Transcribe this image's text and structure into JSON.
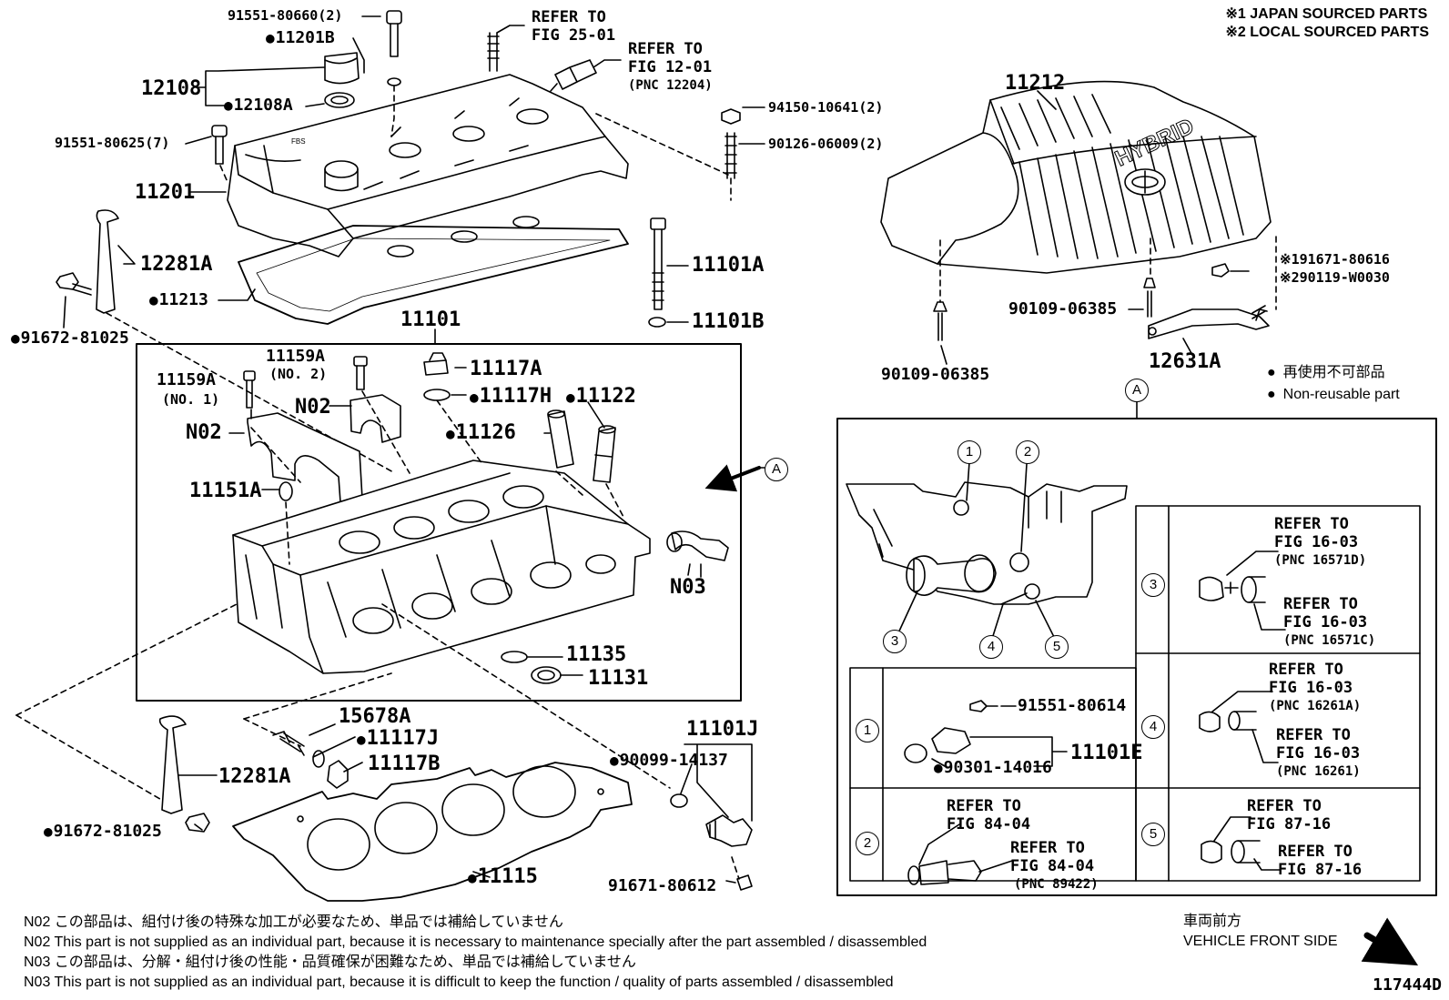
{
  "header": {
    "line1": "※1 JAPAN SOURCED PARTS",
    "line2": "※2 LOCAL SOURCED PARTS"
  },
  "legend": {
    "jp": "再使用不可部品",
    "en": "Non-reusable part"
  },
  "labels": {
    "p91551_80660": "91551-80660(2)",
    "p11201B": "11201B",
    "p12108": "12108",
    "p12108A": "12108A",
    "p91551_80625": "91551-80625(7)",
    "p11201": "11201",
    "p12281A_top": "12281A",
    "p11213": "11213",
    "p91672_81025_top": "91672-81025",
    "p94150": "94150-10641(2)",
    "p90126": "90126-06009(2)",
    "p11101A": "11101A",
    "p11101B": "11101B",
    "p11101": "11101",
    "p11159A_no2": "11159A",
    "p11159A_no2_sub": "(NO. 2)",
    "p11159A_no1": "11159A",
    "p11159A_no1_sub": "(NO. 1)",
    "pN02_a": "N02",
    "pN02_b": "N02",
    "p11117A": "11117A",
    "p11117H": "11117H",
    "p11122": "11122",
    "p11126": "11126",
    "p11151A": "11151A",
    "pN03": "N03",
    "p11135": "11135",
    "p11131": "11131",
    "p15678A": "15678A",
    "p11117J": "11117J",
    "p11117B": "11117B",
    "p12281A_bot": "12281A",
    "p91672_81025_bot": "91672-81025",
    "p11115": "11115",
    "p11101J": "11101J",
    "p90099": "90099-14137",
    "p91671_80612": "91671-80612",
    "p11212": "11212",
    "p91671_80616": "※191671-80616",
    "p90119": "※290119-W0030",
    "p90109_a": "90109-06385",
    "p90109_b": "90109-06385",
    "p12631A": "12631A",
    "p91551_80614": "91551-80614",
    "p11101E": "11101E",
    "p90301": "90301-14016",
    "refA": "A",
    "refA2": "A"
  },
  "refers": {
    "fig2501": {
      "l1": "REFER TO",
      "l2": "FIG 25-01"
    },
    "fig1201": {
      "l1": "REFER TO",
      "l2": "FIG 12-01",
      "pnc": "(PNC 12204)"
    },
    "r3a": {
      "l1": "REFER TO",
      "l2": "FIG 16-03",
      "pnc": "(PNC 16571D)"
    },
    "r3b": {
      "l1": "REFER TO",
      "l2": "FIG 16-03",
      "pnc": "(PNC 16571C)"
    },
    "r4a": {
      "l1": "REFER TO",
      "l2": "FIG 16-03",
      "pnc": "(PNC 16261A)"
    },
    "r4b": {
      "l1": "REFER TO",
      "l2": "FIG 16-03",
      "pnc": "(PNC 16261)"
    },
    "r2a": {
      "l1": "REFER TO",
      "l2": "FIG 84-04"
    },
    "r2b": {
      "l1": "REFER TO",
      "l2": "FIG 84-04",
      "pnc": "(PNC 89422)"
    },
    "r5a": {
      "l1": "REFER TO",
      "l2": "FIG 87-16"
    },
    "r5b": {
      "l1": "REFER TO",
      "l2": "FIG 87-16"
    }
  },
  "circles": [
    "1",
    "2",
    "3",
    "4",
    "5"
  ],
  "cover_text": "HYBRID",
  "notes": [
    "N02  この部品は、組付け後の特殊な加工が必要なため、単品では補給していません",
    "N02  This part is not supplied as an individual part, because it is necessary to maintenance specially after the part assembled / disassembled",
    "N03  この部品は、分解・組付け後の性能・品質確保が困難なため、単品では補給していません",
    "N03  This part is not supplied as an individual part, because it is difficult to keep the function / quality of parts  assembled / disassembled"
  ],
  "vehicle_front": {
    "jp": "車両前方",
    "en": "VEHICLE FRONT SIDE"
  },
  "figure_id": "117444D"
}
